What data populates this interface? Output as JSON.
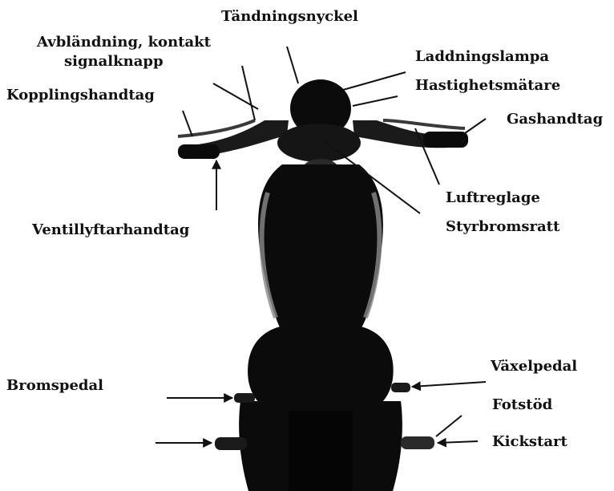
{
  "labels": {
    "tandningsnyckel": "Tändningsnyckel",
    "avblandning_1": "Avbländning, kontakt",
    "avblandning_2": "signalknapp",
    "laddningslampa": "Laddningslampa",
    "kopplingshandtag": "Kopplingshandtag",
    "hastighetsmatare": "Hastighetsmätare",
    "gashandtag": "Gashandtag",
    "luftreglage": "Luftreglage",
    "ventillyftarhandtag": "Ventillyftarhandtag",
    "styrbromsratt": "Styrbromsratt",
    "vaxelpedal": "Växelpedal",
    "bromspedal": "Bromspedal",
    "fotstod": "Fotstöd",
    "kickstart": "Kickstart"
  },
  "colors": {
    "ink": "#111111",
    "silhouette": "#0b0b0b",
    "chrome": "#8a8a8a"
  }
}
